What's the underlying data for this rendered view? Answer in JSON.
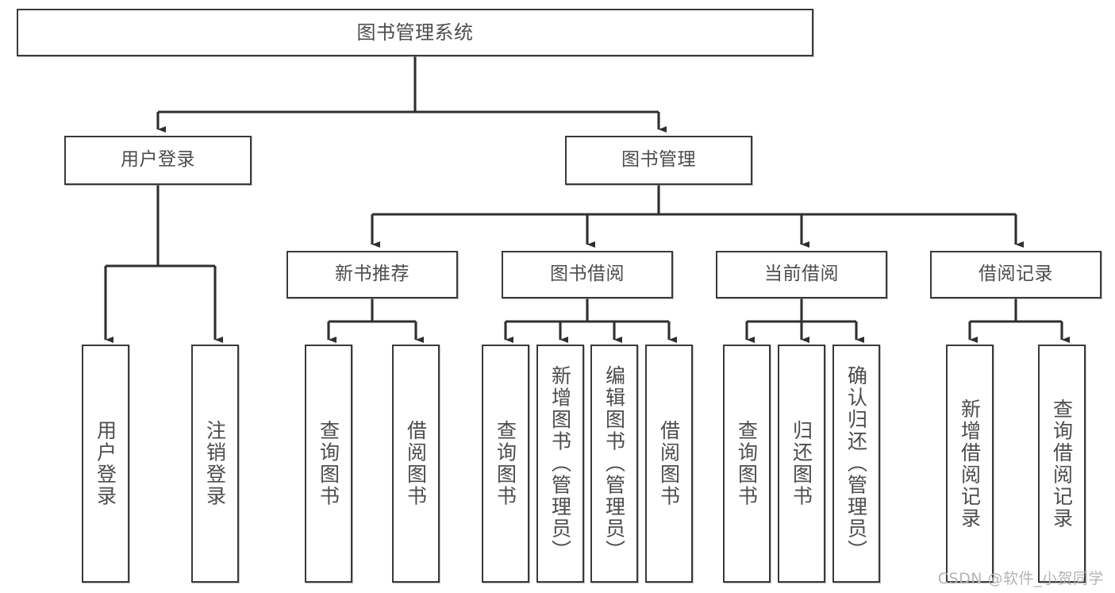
{
  "diagram": {
    "title": "图书管理系统",
    "type": "tree",
    "watermark": "CSDN @软件_小贺同学",
    "colors": {
      "node_border": "#3a3a3a",
      "node_fill": "#ffffff",
      "edge": "#2f2f2f",
      "text": "#4c4c4c",
      "watermark": "#b4b4b4",
      "background": "#ffffff"
    },
    "root": {
      "label": "图书管理系统"
    },
    "level2": [
      {
        "label": "用户登录"
      },
      {
        "label": "图书管理"
      }
    ],
    "level3": [
      {
        "label": "新书推荐"
      },
      {
        "label": "图书借阅"
      },
      {
        "label": "当前借阅"
      },
      {
        "label": "借阅记录"
      }
    ],
    "leaves": {
      "user_login": [
        {
          "label": "用户登录"
        },
        {
          "label": "注销登录"
        }
      ],
      "new_book_recommend": [
        {
          "label": "查询图书"
        },
        {
          "label": "借阅图书"
        }
      ],
      "book_borrow": [
        {
          "label": "查询图书"
        },
        {
          "label": "新增图书（管理员）"
        },
        {
          "label": "编辑图书（管理员）"
        },
        {
          "label": "借阅图书"
        }
      ],
      "current_borrow": [
        {
          "label": "查询图书"
        },
        {
          "label": "归还图书"
        },
        {
          "label": "确认归还（管理员）"
        }
      ],
      "borrow_record": [
        {
          "label": "新增借阅记录"
        },
        {
          "label": "查询借阅记录"
        }
      ]
    }
  }
}
